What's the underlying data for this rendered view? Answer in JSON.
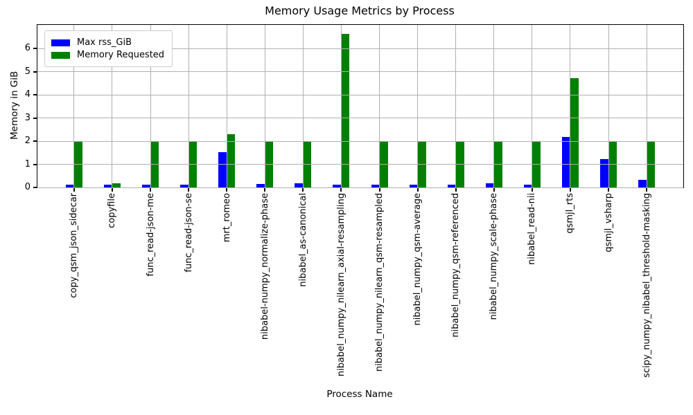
{
  "chart_data": {
    "type": "bar",
    "title": "Memory Usage Metrics by Process",
    "xlabel": "Process Name",
    "ylabel": "Memory in GiB",
    "ylim": [
      0,
      7.03
    ],
    "yticks": [
      0,
      1,
      2,
      3,
      4,
      5,
      6
    ],
    "grid": true,
    "grid_color": "#b0b0b0",
    "legend_position": "upper-left",
    "categories": [
      "copy_qsm_json_sidecar",
      "copyfile",
      "func_read-json-me",
      "func_read-json-se",
      "mrt_romeo",
      "nibabel-numpy_normalize-phase",
      "nibabel_as-canonical",
      "nibabel_numpy_nilearn_axial-resampling",
      "nibabel_numpy_nilearn_qsm-resampled",
      "nibabel_numpy_qsm-average",
      "nibabel_numpy_qsm-referenced",
      "nibabel_numpy_scale-phase",
      "nibabel_read-nii",
      "qsmjl_rts",
      "qsmjl_vsharp",
      "scipy_numpy_nibabel_threshold-masking"
    ],
    "series": [
      {
        "name": "Max rss_GiB",
        "color": "#0000ff",
        "values": [
          0.13,
          0.13,
          0.13,
          0.13,
          1.52,
          0.16,
          0.17,
          0.13,
          0.13,
          0.13,
          0.13,
          0.18,
          0.13,
          2.17,
          1.24,
          0.33
        ]
      },
      {
        "name": "Memory Requested",
        "color": "#008000",
        "values": [
          2.0,
          0.19,
          2.0,
          2.0,
          2.29,
          2.0,
          2.0,
          6.65,
          2.0,
          2.0,
          2.0,
          2.0,
          2.0,
          4.73,
          2.0,
          2.0
        ]
      }
    ]
  }
}
